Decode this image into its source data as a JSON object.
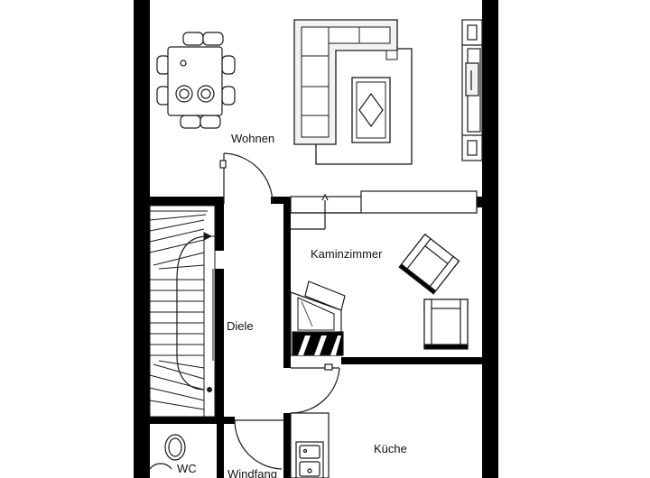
{
  "floor_plan": {
    "rooms": {
      "wohnen": "Wohnen",
      "kaminzimmer": "Kaminzimmer",
      "diele": "Diele",
      "kueche": "Küche",
      "wc": "WC",
      "windfang": "Windfang"
    },
    "colors": {
      "wall": "#000000",
      "line": "#1a1a1a",
      "background": "#ffffff",
      "cushion": "#f2f2f2"
    }
  }
}
